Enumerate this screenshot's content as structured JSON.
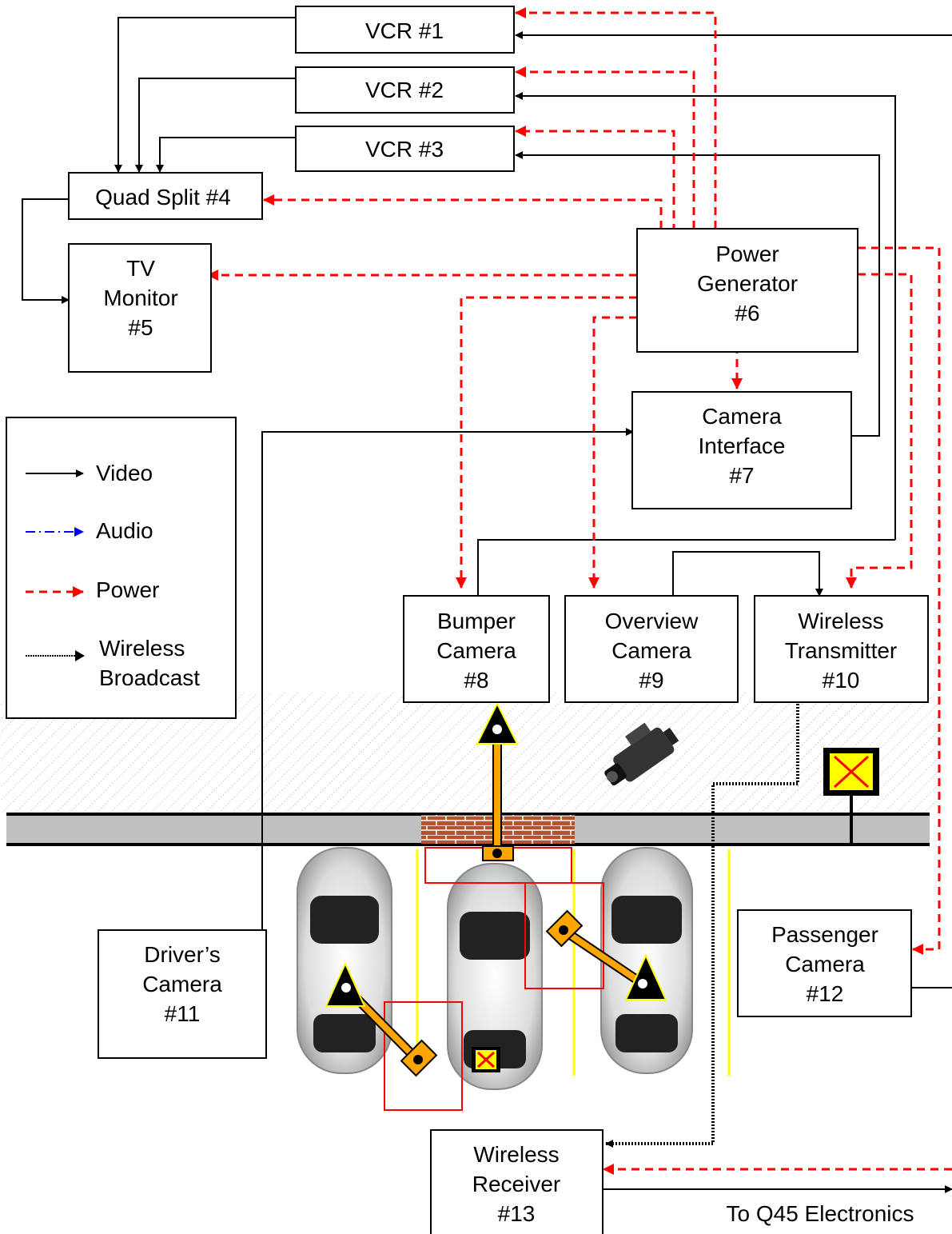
{
  "boxes": {
    "vcr1": "VCR #1",
    "vcr2": "VCR #2",
    "vcr3": "VCR #3",
    "quad": "Quad Split #4",
    "tv": [
      "TV",
      "Monitor",
      "#5"
    ],
    "power": [
      "Power",
      "Generator",
      "#6"
    ],
    "camif": [
      "Camera",
      "Interface",
      "#7"
    ],
    "bumper": [
      "Bumper",
      "Camera",
      "#8"
    ],
    "overview": [
      "Overview",
      "Camera",
      "#9"
    ],
    "wtx": [
      "Wireless",
      "Transmitter",
      "#10"
    ],
    "driver": [
      "Driver’s",
      "Camera",
      "#11"
    ],
    "passenger": [
      "Passenger",
      "Camera",
      "#12"
    ],
    "wrx": [
      "Wireless",
      "Receiver",
      "#13"
    ]
  },
  "legend": {
    "video": "Video",
    "audio": "Audio",
    "power": "Power",
    "wireless": [
      "Wireless",
      "Broadcast"
    ]
  },
  "labels": {
    "q45": "To Q45 Electronics"
  },
  "colors": {
    "video": "#000000",
    "audio": "#0000ff",
    "power": "#ff0000",
    "road": "#c0c0c0",
    "car": "#e8e8e8",
    "wall": "#b5542c",
    "camera_mount": "#ffa500",
    "triangle": "#000000"
  }
}
